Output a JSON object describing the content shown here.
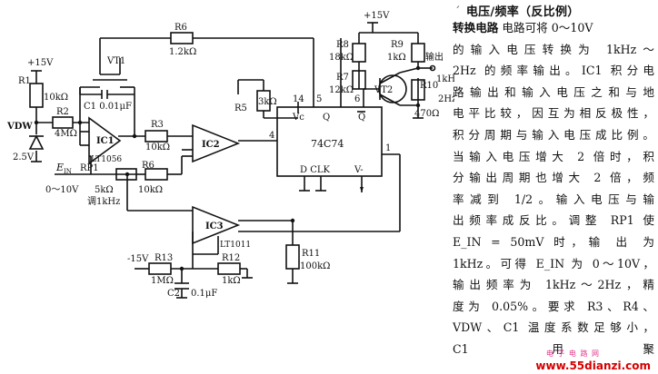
{
  "title": "电压/频率（反比例）",
  "description_lines": [
    [
      "转换电路",
      "  电路可将 0～10V"
    ],
    [
      "",
      "的输入电压转换为 1kHz～"
    ],
    [
      "",
      "2Hz 的频率输出。IC1 积分电"
    ],
    [
      "",
      "路输出和输入电压之和与地"
    ],
    [
      "",
      "电平比较，因互为相反极性，"
    ],
    [
      "",
      "积分周期与输入电压成比例。"
    ],
    [
      "",
      "当输入电压增大 2 倍时，积"
    ],
    [
      "",
      "分输出周期也增大 2 倍，频"
    ],
    [
      "",
      "率减到 1/2。输入电压与输"
    ],
    [
      "",
      "出频率成反比。调整 RP1 使"
    ],
    [
      "",
      "E_IN  =  50mV  时，输 出 为"
    ],
    [
      "",
      "1kHz。可得 E_IN 为 0～10V，"
    ],
    [
      "",
      "输出频率为 1kHz～2Hz，精"
    ],
    [
      "",
      "度为 0.05%。要求 R3、R4、"
    ],
    [
      "",
      "VDW、C1 温度系数足够小，"
    ],
    [
      "",
      "C1 用聚"
    ]
  ],
  "watermark": "www.55dianzi.com",
  "watermark_small": "电 子 电 路 网",
  "schematic": {
    "labels": {
      "plus15v_left": "+15V",
      "r1": "R1",
      "r1_val": "10kΩ",
      "vdw": "VDW",
      "vdw_val": "2.5V",
      "r2": "R2",
      "r2_val": "4MΩ",
      "vt1": "VT1",
      "r6_top": "R6",
      "r6_top_val": "1.2kΩ",
      "c1": "C1 0.01μF",
      "ic1": "IC1",
      "lt1056": "LT1056",
      "ein": "E",
      "ein_sub": "IN",
      "rp1": "RP1",
      "rp1_val": "5kΩ",
      "rp1_note": "调1kHz",
      "ein_range": "0～10V",
      "r3": "R3",
      "r3_val": "10kΩ",
      "r6_low": "R6",
      "r6_low_val": "10kΩ",
      "ic2": "IC2",
      "r5": "R5",
      "r5_val": "3kΩ",
      "pin14": "14",
      "pin5": "5",
      "pin6": "6",
      "pin4": "4",
      "pin1": "1",
      "vc": "Vc",
      "q": "Q",
      "qbar": "Q",
      "chip": "74C74",
      "dclk": "D CLK",
      "vminus": "V-",
      "plus15v_right": "+15V",
      "r8": "R8",
      "r8_val": "18kΩ",
      "r9": "R9",
      "r9_val": "1kΩ",
      "out_label": "输出",
      "r7": "R7",
      "r7_val": "12kΩ",
      "vt2": "VT2",
      "r10": "R10",
      "r10_val": "470Ω",
      "freq_top": "1kHz",
      "freq_bot": "2Hz",
      "ic3": "IC3",
      "lt1011": "LT1011",
      "r11": "R11",
      "r11_val": "100kΩ",
      "minus15v": "-15V",
      "r13": "R13",
      "r13_val": "1MΩ",
      "r12": "R12",
      "r12_val": "1kΩ",
      "c2": "C2",
      "c2_val": "0.1μF"
    }
  }
}
